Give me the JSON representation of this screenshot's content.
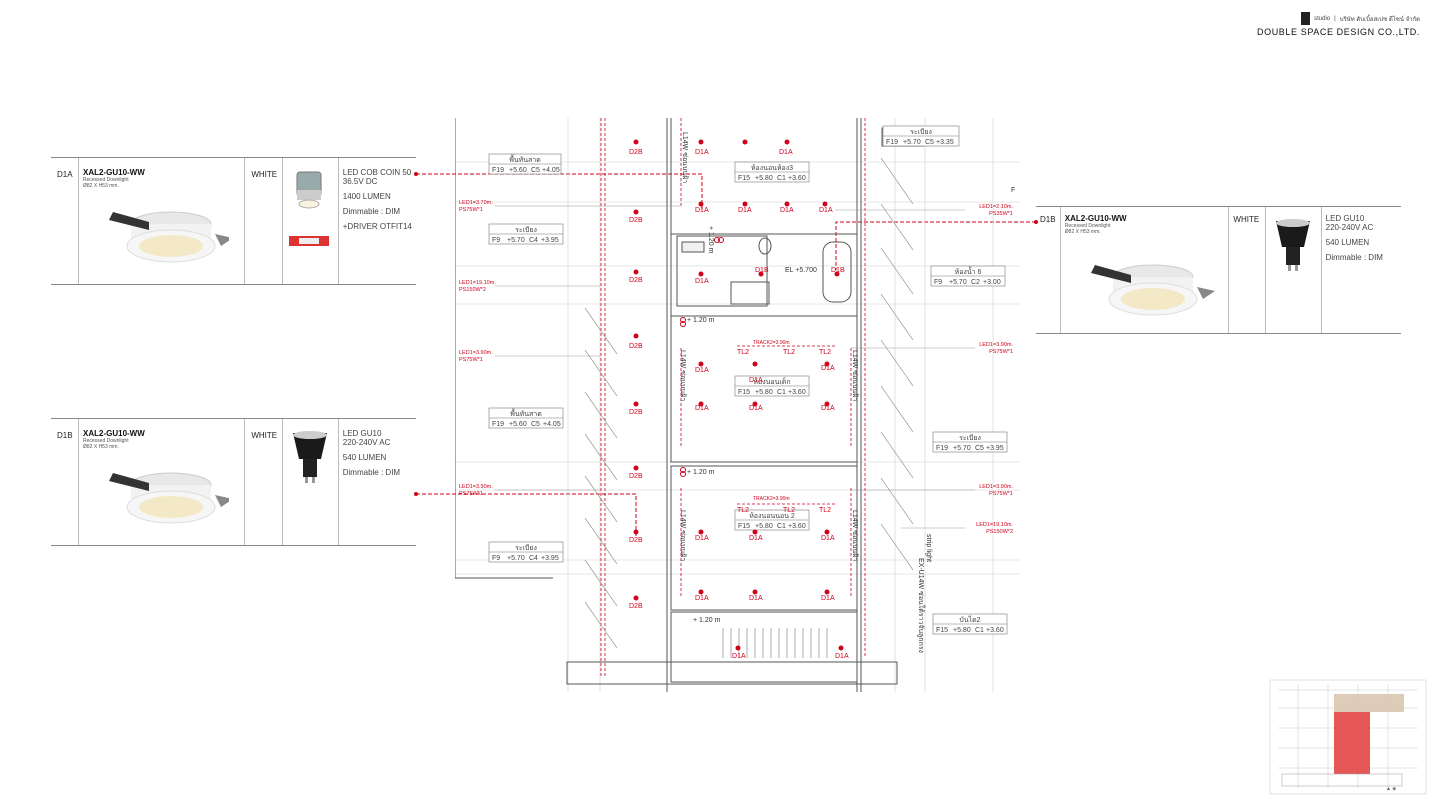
{
  "company": {
    "thai_name": "บริษัท ดับเบิ้ลสเปซ ดีไซน์ จำกัด",
    "logo_text": "studio",
    "name": "DOUBLE SPACE DESIGN CO.,LTD."
  },
  "cards": {
    "d1a": {
      "code": "D1A",
      "model": "XAL2-GU10-WW",
      "type": "Recessed Downlight",
      "size": "Ø82 X H53 mm.",
      "color": "WHITE",
      "specs": [
        "LED COB COIN 50",
        "36.5V DC",
        "1400 LUMEN",
        "Dimmable : DIM",
        "+DRIVER OTFIT14"
      ]
    },
    "d1b_left": {
      "code": "D1B",
      "model": "XAL2-GU10-WW",
      "type": "Recessed Downlight",
      "size": "Ø82 X H53 mm.",
      "color": "WHITE",
      "specs": [
        "LED GU10",
        "220-240V AC",
        "540 LUMEN",
        "Dimmable : DIM"
      ]
    },
    "d1b_right": {
      "code": "D1B",
      "model": "XAL2-GU10-WW",
      "type": "Recessed Downlight",
      "size": "Ø82 X H53 mm.",
      "color": "WHITE",
      "specs": [
        "LED GU10",
        "220-240V AC",
        "540 LUMEN",
        "Dimmable : DIM"
      ]
    }
  },
  "plan": {
    "rooms": {
      "hall_top": {
        "name": "พื้นทันสาด",
        "tags": [
          "F19",
          "+5.60",
          "C5",
          "+4.05"
        ]
      },
      "balcony_top": {
        "name": "ระเบียง",
        "tags": [
          "F19",
          "+5.70",
          "C5",
          "+3.35"
        ]
      },
      "bed3": {
        "name": "ห้องนอนห้อง3",
        "tags": [
          "F15",
          "+5.80",
          "C1",
          "+3.60"
        ]
      },
      "balcony_left1": {
        "name": "ระเบียง",
        "tags": [
          "F9",
          "+5.70",
          "C4",
          "+3.95"
        ]
      },
      "bath6": {
        "name": "ห้องน้ำ 6",
        "tags": [
          "F9",
          "+5.70",
          "C2",
          "+3.00"
        ]
      },
      "hall_mid": {
        "name": "พื้นทันสาด",
        "tags": [
          "F19",
          "+5.60",
          "C5",
          "+4.05"
        ]
      },
      "kids": {
        "name": "ห้องนอนเด็ก",
        "tags": [
          "F15",
          "+5.80",
          "C1",
          "+3.60"
        ]
      },
      "balcony_right": {
        "name": "ระเบียง",
        "tags": [
          "F19",
          "+5.70",
          "C5",
          "+3.95"
        ]
      },
      "bed2": {
        "name": "ห้องนอนนอน 2",
        "tags": [
          "F15",
          "+5.80",
          "C1",
          "+3.60"
        ]
      },
      "balcony_left2": {
        "name": "ระเบียง",
        "tags": [
          "F9",
          "+5.70",
          "C4",
          "+3.95"
        ]
      },
      "stair2": {
        "name": "บันได2",
        "tags": [
          "F15",
          "+5.80",
          "C1",
          "+3.60"
        ]
      }
    },
    "labels": {
      "d1a": "D1A",
      "d1b": "D1B",
      "d2b": "D2B",
      "tl2": "TL2",
      "dim_120": "+ 1.20 m",
      "dim_120_v": "+ 1.20 m",
      "el": "EL +5.700",
      "track": "TRACK2=3.90m",
      "l14w": "L14W ซ่อนบนฝ้า",
      "strip1": "strip light",
      "strip2": "EX-U14W ซ่อนใต้ราวจับลูกกรง",
      "stub_f": "F"
    },
    "leds": {
      "l1": [
        "LED1=3.70m.",
        "PS75W*1"
      ],
      "l2": [
        "LED1=19.10m.",
        "PS150W*2"
      ],
      "l3": [
        "LED1=3.90m.",
        "PS75W*1"
      ],
      "l4": [
        "LED1=3.90m.",
        "PS75W*1"
      ],
      "r1": [
        "LED1=2.10m.",
        "PS35W*1"
      ],
      "r2": [
        "LED1=3.90m.",
        "PS75W*1"
      ],
      "r3": [
        "LED1=3.90m.",
        "PS75W*1"
      ],
      "r4": [
        "LED1=19.10m.",
        "PS150W*2"
      ]
    }
  },
  "colors": {
    "accent": "#d0021b",
    "line": "#555555",
    "light_line": "#bbbbbb"
  }
}
